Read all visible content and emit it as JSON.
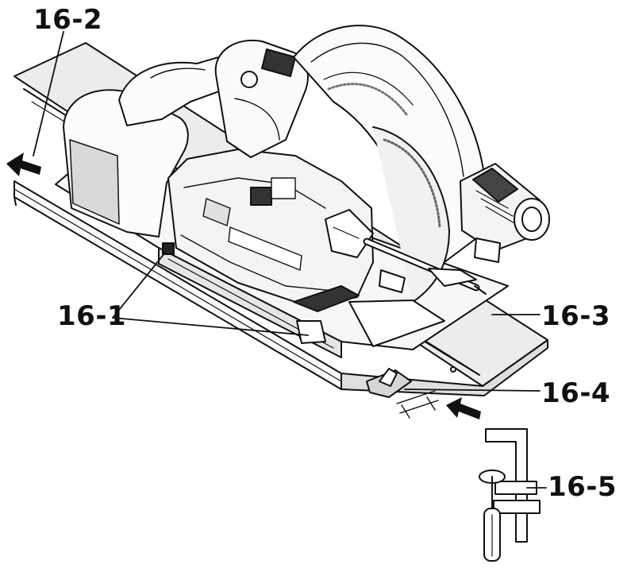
{
  "callouts": {
    "c1": "16-1",
    "c2": "16-2",
    "c3": "16-3",
    "c4": "16-4",
    "c5": "16-5"
  },
  "colors": {
    "ink": "#111111",
    "paper": "#ffffff",
    "shade": "#d9d9d9",
    "dark": "#333333"
  },
  "icons": [
    "direction-arrow-icon",
    "insert-arrow-icon"
  ]
}
